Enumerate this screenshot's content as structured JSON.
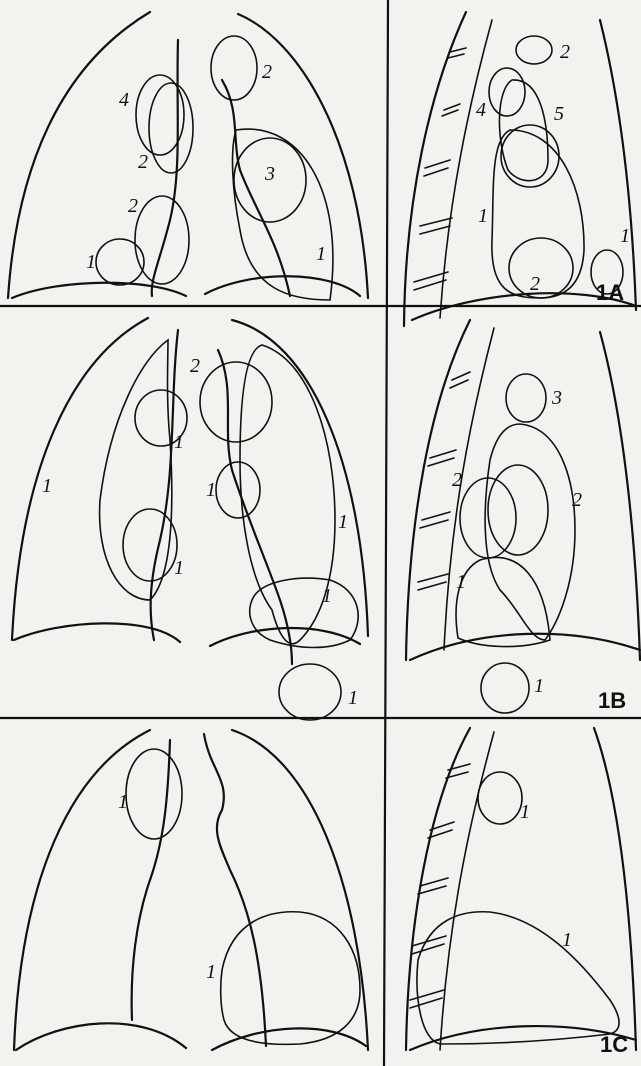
{
  "figure": {
    "panels": [
      {
        "id": "1A",
        "label": "1A",
        "frontal_numbers": [
          "4",
          "2",
          "2",
          "1",
          "2",
          "3",
          "1"
        ],
        "lateral_numbers": [
          "2",
          "4",
          "5",
          "1",
          "1",
          "2"
        ]
      },
      {
        "id": "1B",
        "label": "1B",
        "frontal_numbers": [
          "1",
          "1",
          "1",
          "2",
          "1",
          "1",
          "1",
          "1"
        ],
        "lateral_numbers": [
          "3",
          "2",
          "2",
          "1",
          "1"
        ]
      },
      {
        "id": "1C",
        "label": "1C",
        "frontal_numbers": [
          "1",
          "1"
        ],
        "lateral_numbers": [
          "1",
          "1"
        ]
      }
    ]
  },
  "colors": {
    "ink": "#111111",
    "paper": "#f4f2ee"
  }
}
